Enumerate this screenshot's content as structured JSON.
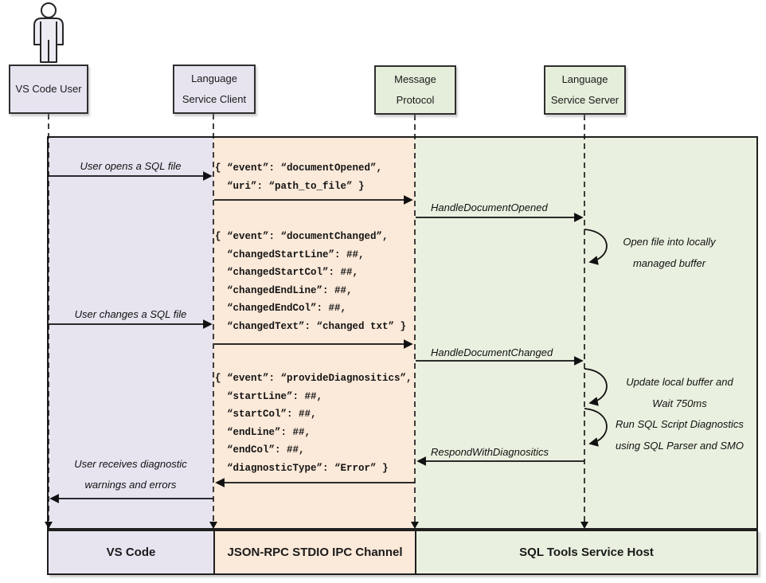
{
  "participants": [
    {
      "label_lines": [
        "VS Code User"
      ]
    },
    {
      "label_lines": [
        "Language",
        "Service Client"
      ]
    },
    {
      "label_lines": [
        "Message",
        "Protocol"
      ]
    },
    {
      "label_lines": [
        "Language",
        "Service Server"
      ]
    }
  ],
  "messages": {
    "user_opens": "User opens a SQL file",
    "handle_document_opened": "HandleDocumentOpened",
    "user_changes": "User changes a SQL file",
    "handle_document_changed": "HandleDocumentChanged",
    "respond_with_diagnostics": "RespondWithDiagnositics",
    "user_receives": "User receives diagnostic\nwarnings and errors"
  },
  "payloads": {
    "document_opened": "{ “event”: “documentOpened”,\n  “uri”: “path_to_file” }",
    "document_changed": "{ “event”: “documentChanged”,\n  “changedStartLine”: ##,\n  “changedStartCol”: ##,\n  “changedEndLine”: ##,\n  “changedEndCol”: ##,\n  “changedText”: “changed txt” }",
    "provide_diagnostics": "{ “event”: “provideDiagnositics”,\n  “startLine”: ##,\n  “startCol”: ##,\n  “endLine”: ##,\n  “endCol”: ##,\n  “diagnosticType”: “Error” }"
  },
  "notes": {
    "open_file": "Open file into locally\nmanaged buffer",
    "update_buffer": "Update local buffer and\nWait 750ms",
    "run_diagnostics": "Run SQL Script Diagnostics\nusing SQL Parser and SMO"
  },
  "footer": {
    "vs_code": "VS Code",
    "ipc_channel": "JSON-RPC STDIO IPC Channel",
    "service_host": "SQL Tools Service Host"
  },
  "colors": {
    "lavender_lane": "#e7e4f0",
    "peach_lane": "#fbe9d9",
    "green_lane": "#e9f0df",
    "green_box": "#e4eeda",
    "line": "#1f1f1f"
  }
}
